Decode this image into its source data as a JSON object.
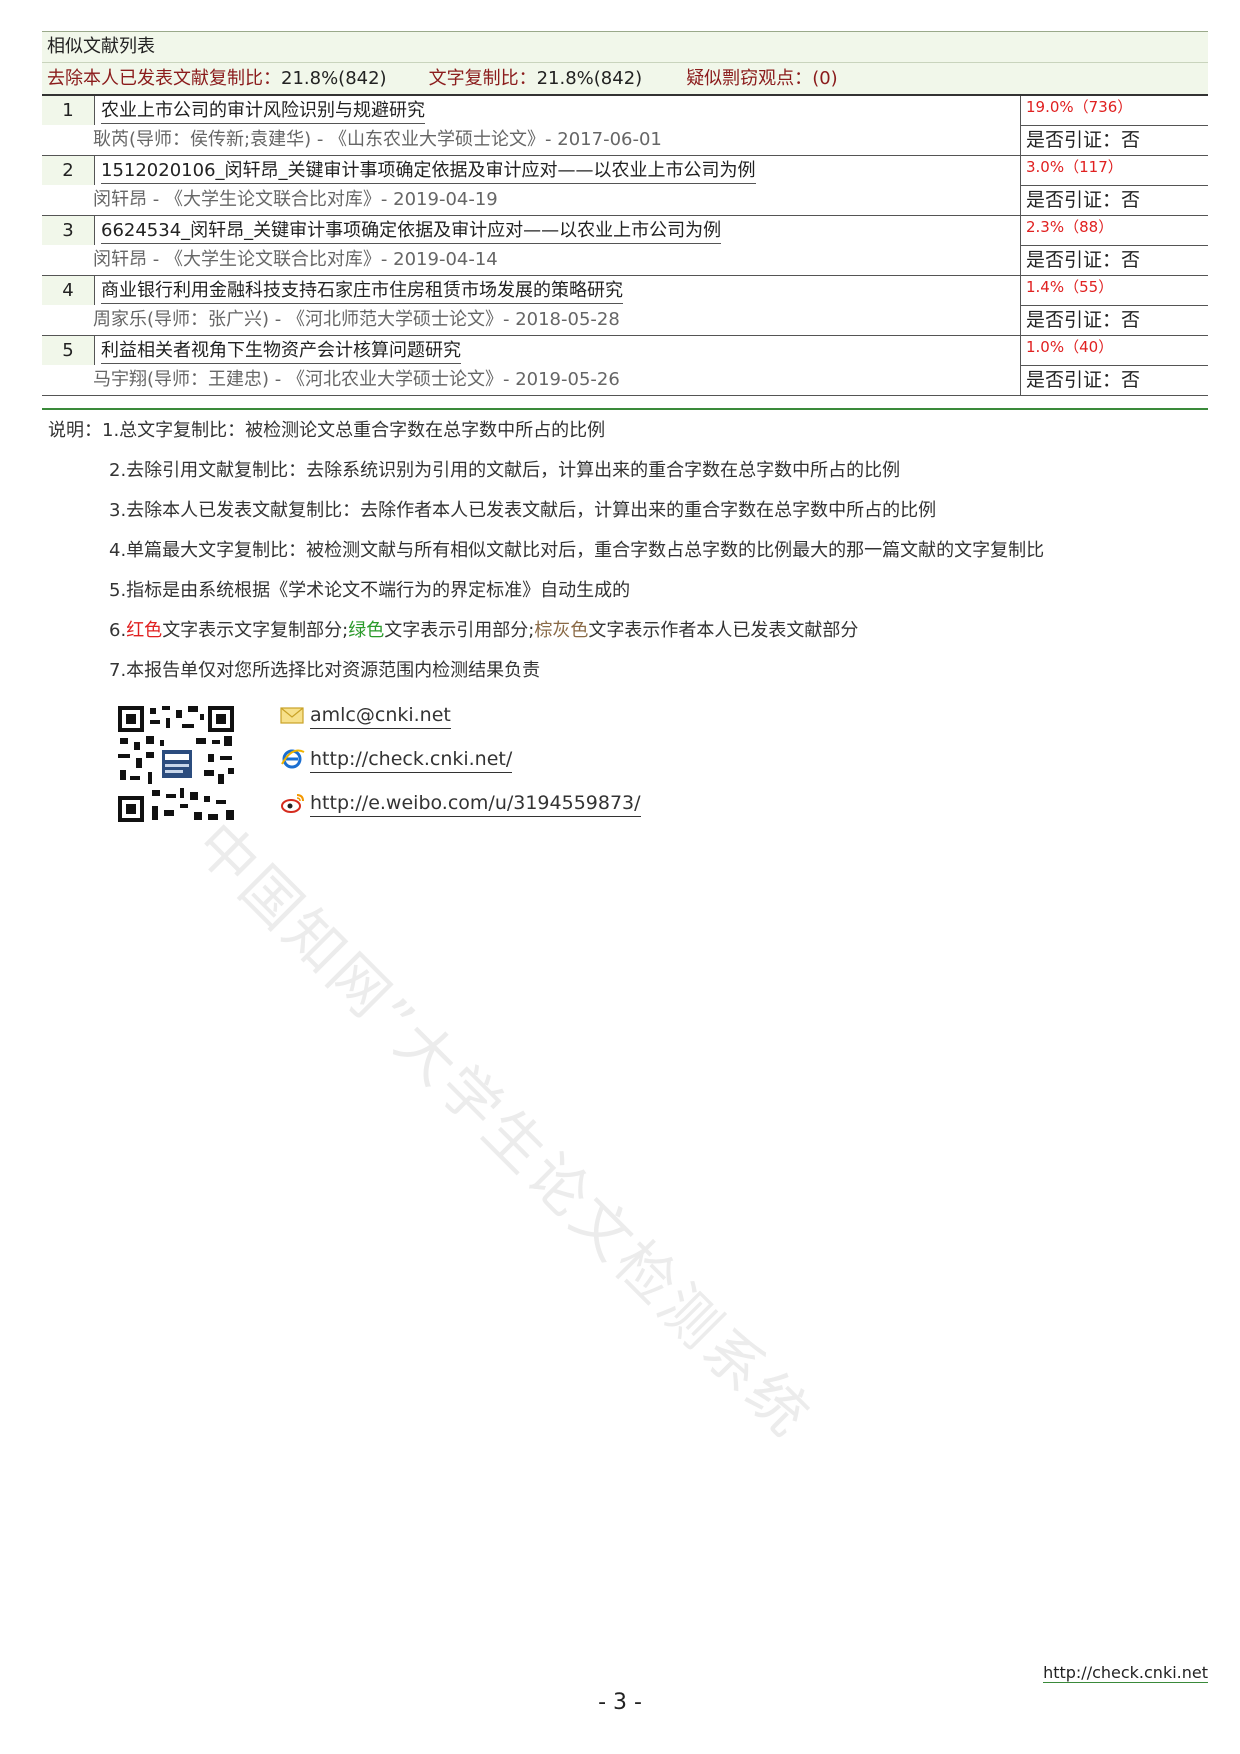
{
  "header": {
    "title": "相似文献列表"
  },
  "stats": {
    "excl_self_label": "去除本人已发表文献复制比：",
    "excl_self_value": "21.8%(842)",
    "text_copy_label": "文字复制比：",
    "text_copy_value": "21.8%(842)",
    "plagiarism_label": "疑似剽窃观点：",
    "plagiarism_value": "(0)"
  },
  "entries": [
    {
      "num": "1",
      "title": "农业上市公司的审计风险识别与规避研究",
      "percent": "19.0%（736）",
      "meta": "耿芮(导师：侯传新;袁建华) - 《山东农业大学硕士论文》- 2017-06-01",
      "cite": "是否引证：否"
    },
    {
      "num": "2",
      "title": "1512020106_闵轩昂_关键审计事项确定依据及审计应对——以农业上市公司为例",
      "percent": "3.0%（117）",
      "meta": "闵轩昂 - 《大学生论文联合比对库》- 2019-04-19",
      "cite": "是否引证：否"
    },
    {
      "num": "3",
      "title": "6624534_闵轩昂_关键审计事项确定依据及审计应对——以农业上市公司为例",
      "percent": "2.3%（88）",
      "meta": "闵轩昂 - 《大学生论文联合比对库》- 2019-04-14",
      "cite": "是否引证：否"
    },
    {
      "num": "4",
      "title": "商业银行利用金融科技支持石家庄市住房租赁市场发展的策略研究",
      "percent": "1.4%（55）",
      "meta": "周家乐(导师：张广兴) - 《河北师范大学硕士论文》- 2018-05-28",
      "cite": "是否引证：否"
    },
    {
      "num": "5",
      "title": "利益相关者视角下生物资产会计核算问题研究",
      "percent": "1.0%（40）",
      "meta": "马宇翔(导师：王建忠) - 《河北农业大学硕士论文》- 2019-05-26",
      "cite": "是否引证：否"
    }
  ],
  "notes": {
    "n1": "说明：1.总文字复制比：被检测论文总重合字数在总字数中所占的比例",
    "n2": "2.去除引用文献复制比：去除系统识别为引用的文献后，计算出来的重合字数在总字数中所占的比例",
    "n3": "3.去除本人已发表文献复制比：去除作者本人已发表文献后，计算出来的重合字数在总字数中所占的比例",
    "n4": "4.单篇最大文字复制比：被检测文献与所有相似文献比对后，重合字数占总字数的比例最大的那一篇文献的文字复制比",
    "n5": "5.指标是由系统根据《学术论文不端行为的界定标准》自动生成的",
    "n6_prefix": "6.",
    "n6_red": "红色",
    "n6_a": "文字表示文字复制部分;",
    "n6_green": "绿色",
    "n6_b": "文字表示引用部分;",
    "n6_brown": "棕灰色",
    "n6_c": "文字表示作者本人已发表文献部分",
    "n7": "7.本报告单仅对您所选择比对资源范围内检测结果负责"
  },
  "contact": {
    "email": "amlc@cnki.net",
    "site": "http://check.cnki.net/",
    "weibo": "http://e.weibo.com/u/3194559873/"
  },
  "watermark": "中国知网”大学生论文检测系统",
  "footer": {
    "url": "http://check.cnki.net",
    "page": "- 3 -"
  },
  "colors": {
    "header_bg": "#f1f7ea",
    "stat_label": "#8b1c1c",
    "percent": "#e02020",
    "rule": "#3a8a3a"
  },
  "icons": [
    "mail-icon",
    "ie-browser-icon",
    "weibo-icon",
    "qr-code-icon"
  ]
}
